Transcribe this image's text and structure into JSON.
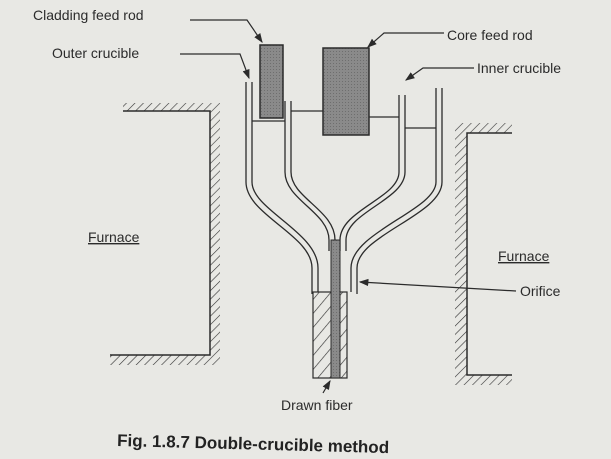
{
  "labels": {
    "cladding_feed_rod": "Cladding feed rod",
    "outer_crucible": "Outer crucible",
    "core_feed_rod": "Core feed rod",
    "inner_crucible": "Inner crucible",
    "furnace_left": "Furnace",
    "furnace_right": "Furnace",
    "orifice": "Orifice",
    "drawn_fiber": "Drawn fiber"
  },
  "caption": "Fig. 1.8.7 Double-crucible method",
  "colors": {
    "paper": "#e8e8e4",
    "ink": "#2b2b2b",
    "rod_fill": "#8c8c8c"
  }
}
